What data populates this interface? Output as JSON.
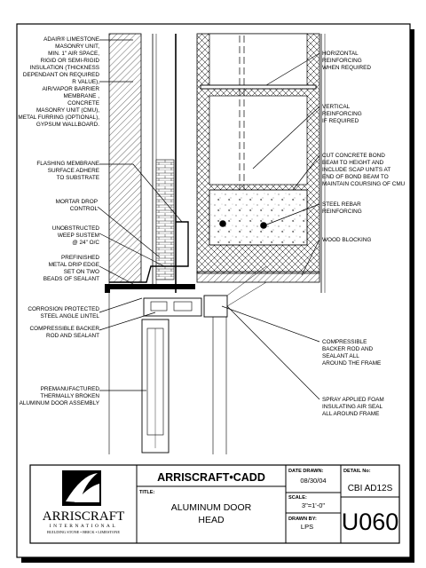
{
  "labels_left": [
    "ADAIR® LIMESTONE",
    "MASONRY UNIT,",
    "MIN. 1\" AIR SPACE,",
    "RIGID OR SEMI-RIGID",
    "INSULATION (THICKNESS",
    "DEPENDANT ON REQUIRED",
    "R VALUE),",
    "AIR/VAPOR BARRIER",
    "MEMBRANE ,",
    "CONCRETE",
    "MASONRY UNIT (CMU),",
    "METAL FURRING (OPTIONAL),",
    "GYPSUM WALLBOARD.",
    "FLASHING MEMBRANE",
    "SURFACE ADHERE",
    "TO SUBSTRATE",
    "MORTAR DROP",
    "CONTROL",
    "UNOBSTRUCTED",
    "WEEP SUSTEM",
    "@ 24\" O/C",
    "PREFINISHED",
    "METAL DRIP EDGE",
    "SET ON TWO",
    "BEADS OF SEALANT",
    "CORROSION PROTECTED",
    "STEEL ANGLE LINTEL",
    "COMPRESSIBLE BACKER",
    "ROD AND SEALANT",
    "PREMANUFACTURED",
    "THERMALLY BROKEN",
    "ALUMINUM DOOR ASSEMBLY"
  ],
  "labels_right": [
    "HORIZONTAL",
    "REINFORCING",
    "WHEN REQUIRED",
    "VERTICAL",
    "REINFORCING",
    "IF REQUIRED",
    "CUT CONCRETE BOND",
    "BEAM TO HEIGHT AND",
    "INCLUDE SCAP UNITS AT",
    "END OF BOND BEAM TO",
    "MAINTAIN COURSING OF CMU",
    "STEEL REBAR",
    "REINFORCING",
    "WOOD BLOCKING",
    "COMPRESSIBLE",
    "BACKER ROD AND",
    "SEALANT ALL",
    "AROUND THE FRAME",
    "SPRAY APPLIED FOAM",
    "INSULATING AIR SEAL",
    "ALL AROUND FRAME"
  ],
  "title_block": {
    "brand_header": "ARRISCRAFT•CADD",
    "title_label": "TITLE:",
    "title_line1": "ALUMINUM DOOR",
    "title_line2": "HEAD",
    "date_label": "DATE DRAWN:",
    "date_value": "08/30/04",
    "scale_label": "SCALE:",
    "scale_value": "3\"=1'-0\"",
    "drawn_label": "DRAWN BY:",
    "drawn_value": "LPS",
    "detail_label": "DETAIL No:",
    "detail_value": "CBI AD12S",
    "sheet_number": "U060",
    "logo_name": "ARRISCRAFT",
    "logo_line2": "INTERNATIONAL",
    "logo_line3": "BUILDING STONE • BRICK • LIMESTONE"
  }
}
